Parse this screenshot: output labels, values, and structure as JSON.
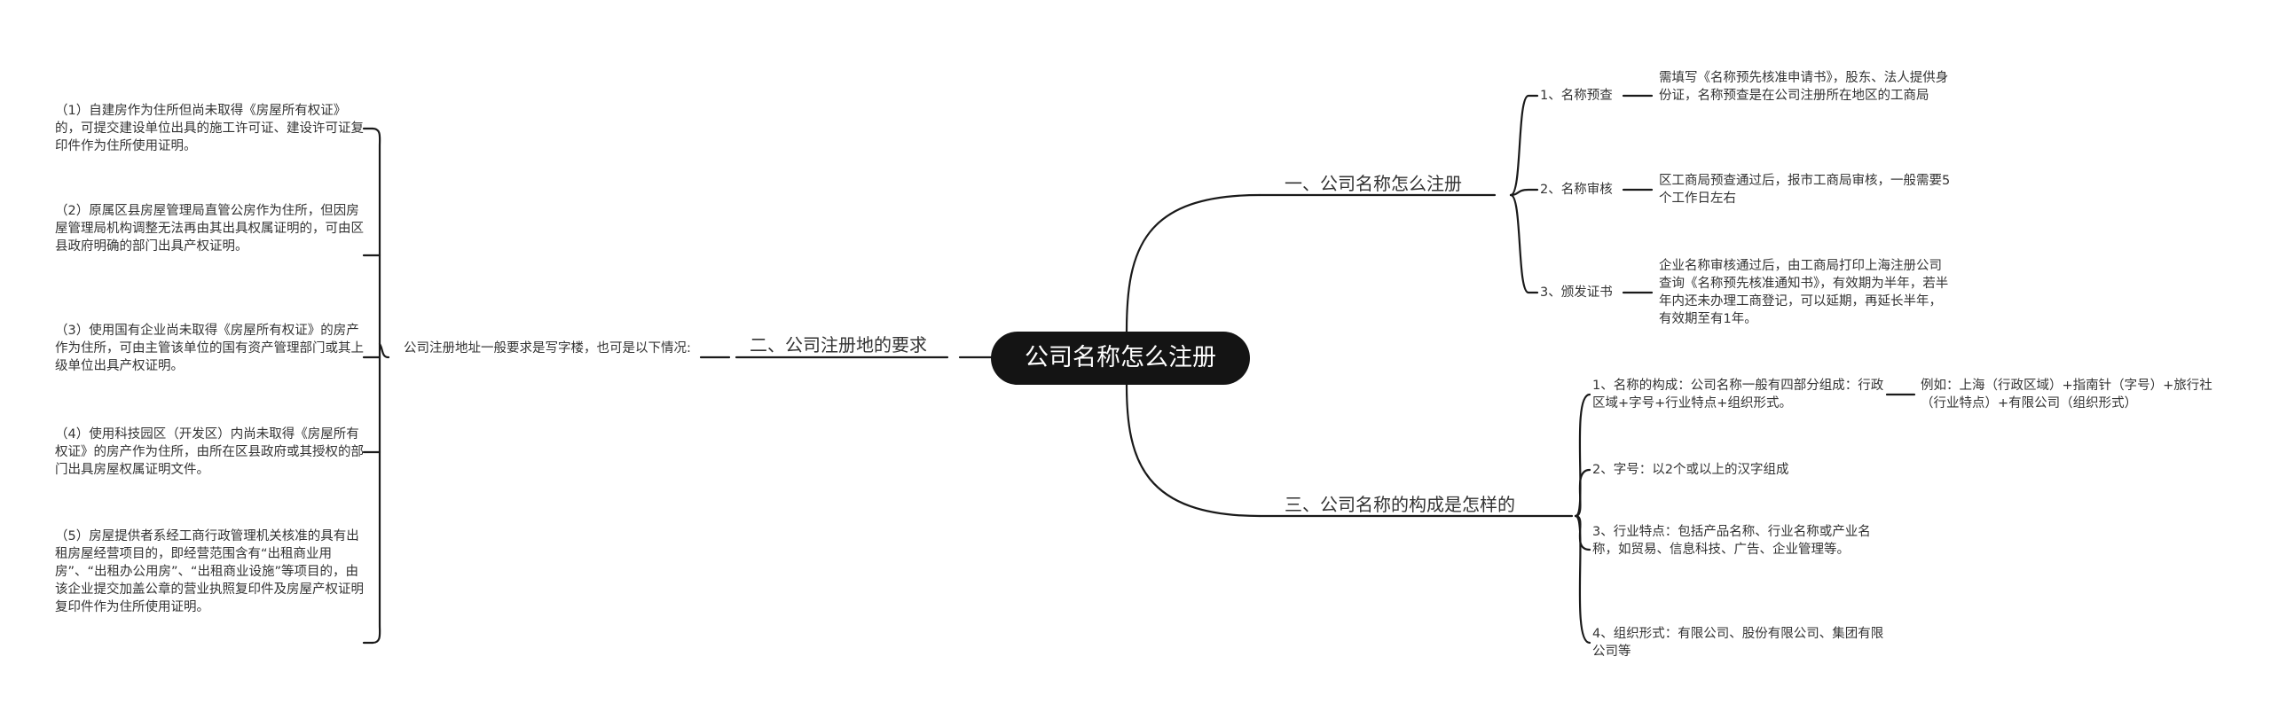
{
  "root": {
    "label": "公司名称怎么注册"
  },
  "branches": [
    {
      "label": "一、公司名称怎么注册",
      "children": [
        {
          "label": "1、名称预查",
          "detail": "需填写《名称预先核准申请书》，股东、法人提供身份证，名称预查是在公司注册所在地区的工商局"
        },
        {
          "label": "2、名称审核",
          "detail": "区工商局预查通过后，报市工商局审核，一般需要5个工作日左右"
        },
        {
          "label": "3、颁发证书",
          "detail": "企业名称审核通过后，由工商局打印上海注册公司查询《名称预先核准通知书》，有效期为半年，若半年内还未办理工商登记，可以延期，再延长半年，有效期至有1年。"
        }
      ]
    },
    {
      "label": "二、公司注册地的要求",
      "intro": "公司注册地址一般要求是写字楼，也可是以下情况:",
      "items": [
        "（1）自建房作为住所但尚未取得《房屋所有权证》的，可提交建设单位出具的施工许可证、建设许可证复印件作为住所使用证明。",
        "（2）原属区县房屋管理局直管公房作为住所，但因房屋管理局机构调整无法再由其出具权属证明的，可由区县政府明确的部门出具产权证明。",
        "（3）使用国有企业尚未取得《房屋所有权证》的房产作为住所，可由主管该单位的国有资产管理部门或其上级单位出具产权证明。",
        "（4）使用科技园区（开发区）内尚未取得《房屋所有权证》的房产作为住所，由所在区县政府或其授权的部门出具房屋权属证明文件。",
        "（5）房屋提供者系经工商行政管理机关核准的具有出租房屋经营项目的，即经营范围含有“出租商业用房”、“出租办公用房”、“出租商业设施”等项目的，由该企业提交加盖公章的营业执照复印件及房屋产权证明复印件作为住所使用证明。"
      ]
    },
    {
      "label": "三、公司名称的构成是怎样的",
      "children": [
        {
          "label": "1、名称的构成：公司名称一般有四部分组成：行政区域+字号+行业特点+组织形式。",
          "detail": "例如：上海（行政区域）+指南针（字号）+旅行社（行业特点）+有限公司（组织形式）"
        },
        {
          "label": "2、字号：以2个或以上的汉字组成"
        },
        {
          "label": "3、行业特点：包括产品名称、行业名称或产业名称，如贸易、信息科技、广告、企业管理等。"
        },
        {
          "label": "4、组织形式：有限公司、股份有限公司、集团有限公司等"
        }
      ]
    }
  ],
  "colors": {
    "line": "#1a1a1a",
    "root_bg": "#141414",
    "root_text": "#ffffff",
    "text": "#333333"
  }
}
